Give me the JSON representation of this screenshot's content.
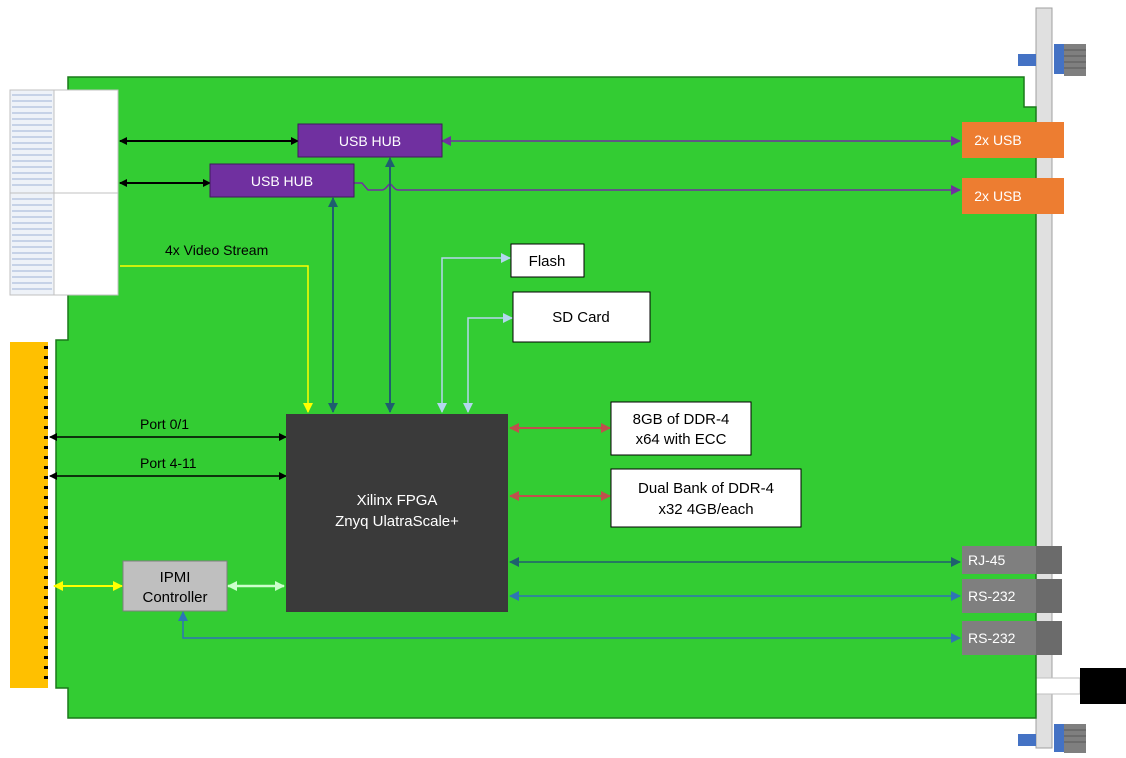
{
  "colors": {
    "board": "#33cc33",
    "board_border": "#1a7a1a",
    "usb_hub": "#7030a0",
    "fpga": "#3a3a3a",
    "usb_port": "#ed7d31",
    "io_port": "#7f7f7f",
    "ipmi": "#bfbfbf",
    "arrow_black": "#000000",
    "arrow_purple": "#7030a0",
    "arrow_teal": "#1f5f6f",
    "arrow_lightblue": "#b4d7ee",
    "arrow_red": "#c0504d",
    "arrow_blue": "#2e75b6",
    "arrow_yellow": "#ffff00",
    "arrow_lightgreen": "#ccffcc",
    "connector_gold": "#ffc000",
    "panel": "#e0e0e0"
  },
  "blocks": {
    "usb_hub_1": "USB HUB",
    "usb_hub_2": "USB HUB",
    "usb_port_1": "2x USB",
    "usb_port_2": "2x USB",
    "flash": "Flash",
    "sd_card": "SD Card",
    "fpga_line1": "Xilinx FPGA",
    "fpga_line2": "Znyq UlatraScale+",
    "ddr1_line1": "8GB of DDR-4",
    "ddr1_line2": "x64 with ECC",
    "ddr2_line1": "Dual Bank of DDR-4",
    "ddr2_line2": "x32 4GB/each",
    "ipmi_line1": "IPMI",
    "ipmi_line2": "Controller",
    "rj45": "RJ-45",
    "rs232_1": "RS-232",
    "rs232_2": "RS-232"
  },
  "labels": {
    "video": "4x Video Stream",
    "port01": "Port 0/1",
    "port411": "Port 4-11"
  }
}
